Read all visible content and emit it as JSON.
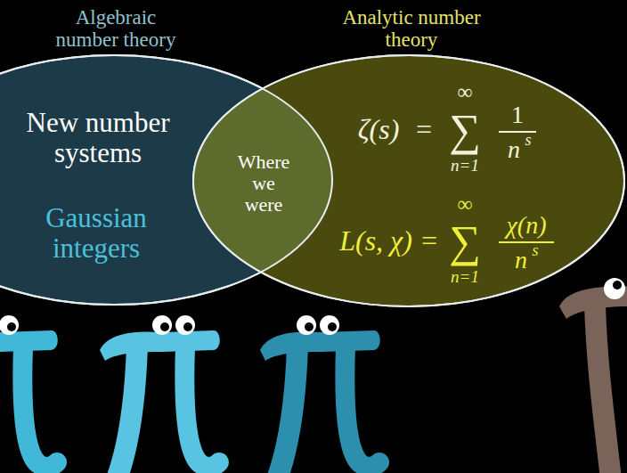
{
  "diagram": {
    "nodes": [
      {
        "text": [
          "Algebraic number theory",
          "New number systems",
          "Gaussian integers"
        ]
      },
      {
        "text": [
          "Analytic number theory",
          "ζ(s)",
          "=",
          "∞",
          "∑",
          "n=1",
          "1",
          "n",
          "s",
          "L(s, χ)",
          "=",
          "∞",
          "∑",
          "n=1",
          "χ(n)",
          "n",
          "s"
        ]
      },
      {
        "text": [
          "Where we were"
        ]
      }
    ]
  }
}
